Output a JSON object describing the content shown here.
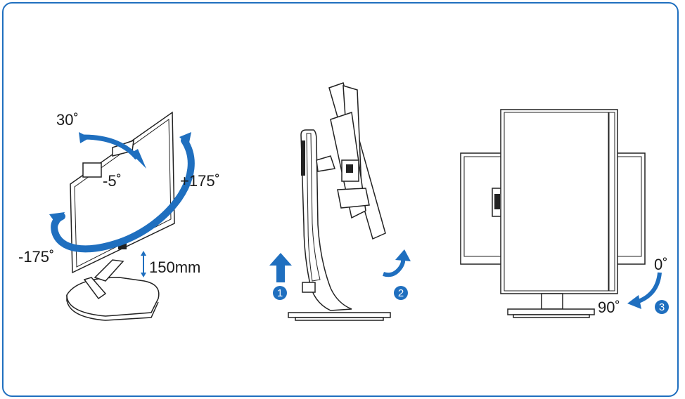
{
  "colors": {
    "accent": "#1f6fbf",
    "ink": "#1a1a1a"
  },
  "left": {
    "tilt_back": "30˚",
    "tilt_forward": "-5˚",
    "swivel_right": "+175˚",
    "swivel_left": "-175˚",
    "height": "150mm"
  },
  "middle": {
    "step1": "1",
    "step2": "2"
  },
  "right": {
    "angle_start": "0˚",
    "angle_end": "90˚",
    "step3": "3"
  }
}
